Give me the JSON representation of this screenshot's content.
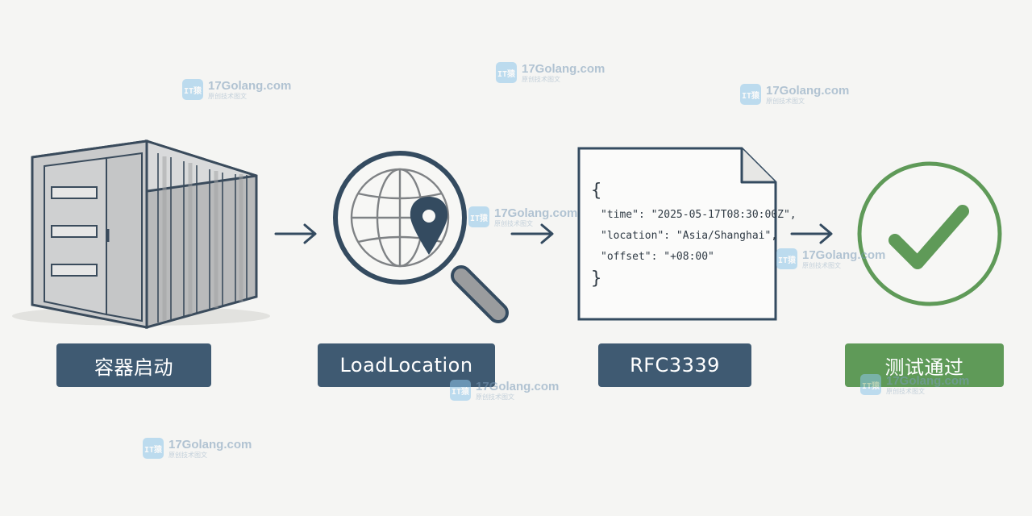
{
  "steps": [
    {
      "label": "容器启动",
      "icon": "shipping-container-icon"
    },
    {
      "label": "LoadLocation",
      "icon": "globe-location-search-icon"
    },
    {
      "label": "RFC3339",
      "icon": "json-document-icon"
    },
    {
      "label": "测试通过",
      "icon": "check-circle-icon"
    }
  ],
  "json_doc": {
    "open_brace": "{",
    "line1": "\"time\": \"2025-05-17T08:30:00Z\",",
    "line2": "\"location\": \"Asia/Shanghai\",",
    "line3": "\"offset\": \"+08:00\"",
    "close_brace": "}"
  },
  "watermark": {
    "logo_text": "IT猿",
    "site": "17Golang.com",
    "tagline": "原创技术图文"
  },
  "colors": {
    "navy": "#3f5a72",
    "green": "#5f9a58",
    "icon_stroke": "#344b60",
    "background": "#f5f5f3"
  }
}
